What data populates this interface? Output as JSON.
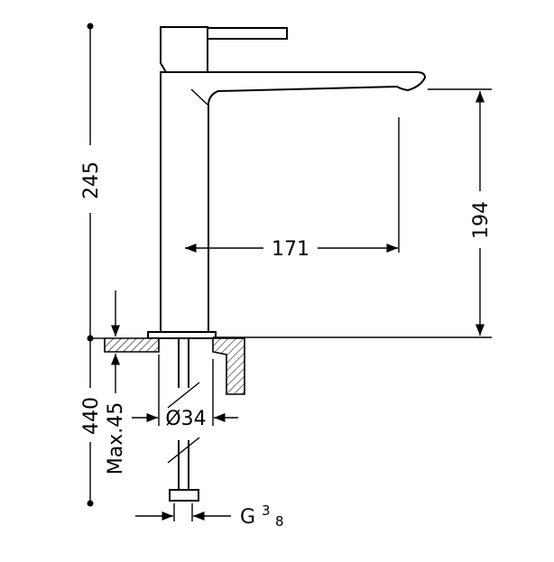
{
  "dimensions": {
    "total_height": "245",
    "spout_height": "194",
    "spout_reach": "171",
    "max_deck_thickness": "Max.45",
    "hose_length": "440",
    "hole_diameter": "Ø34",
    "thread": {
      "letter": "G",
      "numerator": "3",
      "denominator": "8"
    }
  }
}
